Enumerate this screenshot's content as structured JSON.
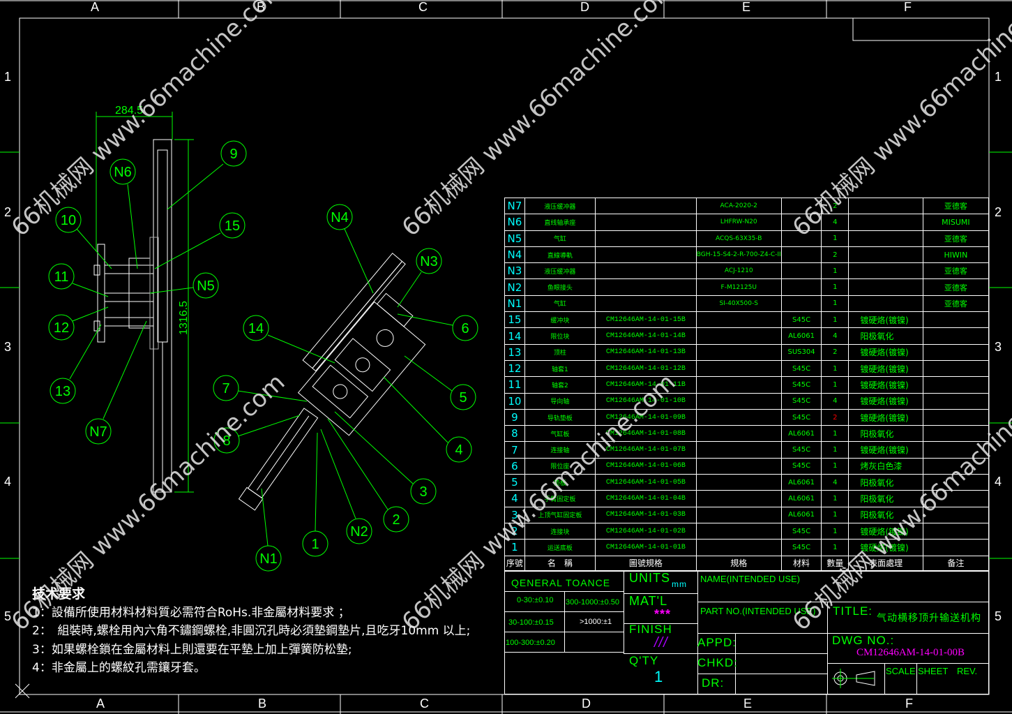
{
  "zones": {
    "columns": [
      "A",
      "B",
      "C",
      "D",
      "E",
      "F"
    ],
    "rows": [
      "1",
      "2",
      "3",
      "4",
      "5"
    ]
  },
  "dimensions": {
    "width": "284.5",
    "height": "1316.5"
  },
  "balloons": [
    "9",
    "N6",
    "10",
    "15",
    "N5",
    "11",
    "12",
    "13",
    "N7",
    "14",
    "N4",
    "N3",
    "6",
    "5",
    "4",
    "7",
    "8",
    "3",
    "2",
    "N2",
    "1",
    "N1"
  ],
  "bom": {
    "rows": [
      {
        "no": "N7",
        "name": "液压缓冲器",
        "dwg": "",
        "spec": "ACA-2020-2",
        "mat": "",
        "qty": "2",
        "fin": "",
        "rem": "亚德客"
      },
      {
        "no": "N6",
        "name": "直线轴承座",
        "dwg": "",
        "spec": "LHFRW-N20",
        "mat": "",
        "qty": "4",
        "fin": "",
        "rem": "MISUMI"
      },
      {
        "no": "N5",
        "name": "气缸",
        "dwg": "",
        "spec": "ACQS-63X35-B",
        "mat": "",
        "qty": "1",
        "fin": "",
        "rem": "亚德客"
      },
      {
        "no": "N4",
        "name": "直線導軌",
        "dwg": "",
        "spec": "BGH-15-S4-2-R-700-Z4-C-II",
        "mat": "",
        "qty": "2",
        "fin": "",
        "rem": "HIWIN"
      },
      {
        "no": "N3",
        "name": "液压缓冲器",
        "dwg": "",
        "spec": "ACJ-1210",
        "mat": "",
        "qty": "1",
        "fin": "",
        "rem": "亚德客"
      },
      {
        "no": "N2",
        "name": "鱼眼接头",
        "dwg": "",
        "spec": "F-M12125U",
        "mat": "",
        "qty": "1",
        "fin": "",
        "rem": "亚德客"
      },
      {
        "no": "N1",
        "name": "气缸",
        "dwg": "",
        "spec": "SI-40X500-S",
        "mat": "",
        "qty": "1",
        "fin": "",
        "rem": "亚德客"
      },
      {
        "no": "15",
        "name": "缓冲块",
        "dwg": "CM12646AM-14-01-15B",
        "spec": "",
        "mat": "S45C",
        "qty": "1",
        "fin": "镀硬烙(镀镍)",
        "rem": ""
      },
      {
        "no": "14",
        "name": "限位块",
        "dwg": "CM12646AM-14-01-14B",
        "spec": "",
        "mat": "AL6061",
        "qty": "4",
        "fin": "阳极氧化",
        "rem": ""
      },
      {
        "no": "13",
        "name": "顶柱",
        "dwg": "CM12646AM-14-01-13B",
        "spec": "",
        "mat": "SUS304",
        "qty": "2",
        "fin": "镀硬烙(镀镍)",
        "rem": ""
      },
      {
        "no": "12",
        "name": "轴套1",
        "dwg": "CM12646AM-14-01-12B",
        "spec": "",
        "mat": "S45C",
        "qty": "1",
        "fin": "镀硬烙(镀镍)",
        "rem": ""
      },
      {
        "no": "11",
        "name": "轴套2",
        "dwg": "CM12646AM-14-01-11B",
        "spec": "",
        "mat": "S45C",
        "qty": "1",
        "fin": "镀硬烙(镀镍)",
        "rem": ""
      },
      {
        "no": "10",
        "name": "导向轴",
        "dwg": "CM12646AM-14-01-10B",
        "spec": "",
        "mat": "S45C",
        "qty": "4",
        "fin": "镀硬烙(镀镍)",
        "rem": ""
      },
      {
        "no": "9",
        "name": "导轨垫板",
        "dwg": "CM12646AM-14-01-09B",
        "spec": "",
        "mat": "S45C",
        "qty": "2",
        "fin": "镀硬烙(镀镍)",
        "rem": ""
      },
      {
        "no": "8",
        "name": "气缸板",
        "dwg": "CM12646AM-14-01-08B",
        "spec": "",
        "mat": "AL6061",
        "qty": "1",
        "fin": "阳极氧化",
        "rem": ""
      },
      {
        "no": "7",
        "name": "连接轴",
        "dwg": "CM12646AM-14-01-07B",
        "spec": "",
        "mat": "S45C",
        "qty": "1",
        "fin": "镀硬烙(镀镍)",
        "rem": ""
      },
      {
        "no": "6",
        "name": "限位座",
        "dwg": "CM12646AM-14-01-06B",
        "spec": "",
        "mat": "S45C",
        "qty": "1",
        "fin": "烤灰白色漆",
        "rem": ""
      },
      {
        "no": "5",
        "name": "垫板",
        "dwg": "CM12646AM-14-01-05B",
        "spec": "",
        "mat": "AL6061",
        "qty": "4",
        "fin": "阳极氧化",
        "rem": ""
      },
      {
        "no": "4",
        "name": "手臂固定板",
        "dwg": "CM12646AM-14-01-04B",
        "spec": "",
        "mat": "AL6061",
        "qty": "1",
        "fin": "阳极氧化",
        "rem": ""
      },
      {
        "no": "3",
        "name": "上顶气缸固定板",
        "dwg": "CM12646AM-14-01-03B",
        "spec": "",
        "mat": "AL6061",
        "qty": "1",
        "fin": "阳极氧化",
        "rem": ""
      },
      {
        "no": "2",
        "name": "连接块",
        "dwg": "CM12646AM-14-01-02B",
        "spec": "",
        "mat": "S45C",
        "qty": "1",
        "fin": "镀硬烙(镀镍)",
        "rem": ""
      },
      {
        "no": "1",
        "name": "运送底板",
        "dwg": "CM12646AM-14-01-01B",
        "spec": "",
        "mat": "S45C",
        "qty": "1",
        "fin": "镀硬烙(镀镍)",
        "rem": ""
      }
    ],
    "header": {
      "no": "序號",
      "name": "名　稱",
      "dwg": "圖號規格",
      "spec": "規格",
      "mat": "材料",
      "qty": "數量",
      "fin": "表面處理",
      "rem": "备注"
    }
  },
  "title_block": {
    "general_tolerance": "QENERAL  TOANCE",
    "tol": [
      "0-30:±0.10",
      "300-1000:±0.50",
      "30-100:±0.15",
      ">1000:±1",
      "100-300:±0.20"
    ],
    "units_label": "UNITS",
    "units_value": "mm",
    "matl_label": "MAT'L",
    "matl_value": "***",
    "finish_label": "FINISH",
    "finish_value": "///",
    "qty_label": "Q'TY",
    "qty_value": "1",
    "name_label": "NAME(INTENDED USE)",
    "part_no_label": "PART NO.(INTENDED USE)",
    "title_label": "TITLE:",
    "title_value": "气动横移顶升输送机构",
    "appd": "APPD:",
    "chkd": "CHKD:",
    "dr": "DR:",
    "dwg_no_label": "DWG NO.:",
    "dwg_no_value": "CM12646AM-14-01-00B",
    "scale": "SCALE",
    "sheet": "SHEET",
    "rev": "REV."
  },
  "notes": {
    "heading": "技术要求",
    "items": [
      "1：設備所使用材料材料質必需符合RoHs.非金屬材料要求 ；",
      "2：　組裝時,螺栓用內六角不鏽鋼螺栓,非圓沉孔時必須墊鋼墊片,且吃牙10mm 以上;",
      "3：如果螺栓鎖在金屬材料上則還要在平墊上加上彈簧防松墊;",
      "4：非金屬上的螺紋孔需鑲牙套。"
    ]
  },
  "watermark": "66机械网 www.66machine.com",
  "colors": {
    "line": "#ffffff",
    "text": "#00ff00",
    "index": "#00ffff",
    "magenta": "#ff00ff",
    "red": "#ff0000"
  }
}
